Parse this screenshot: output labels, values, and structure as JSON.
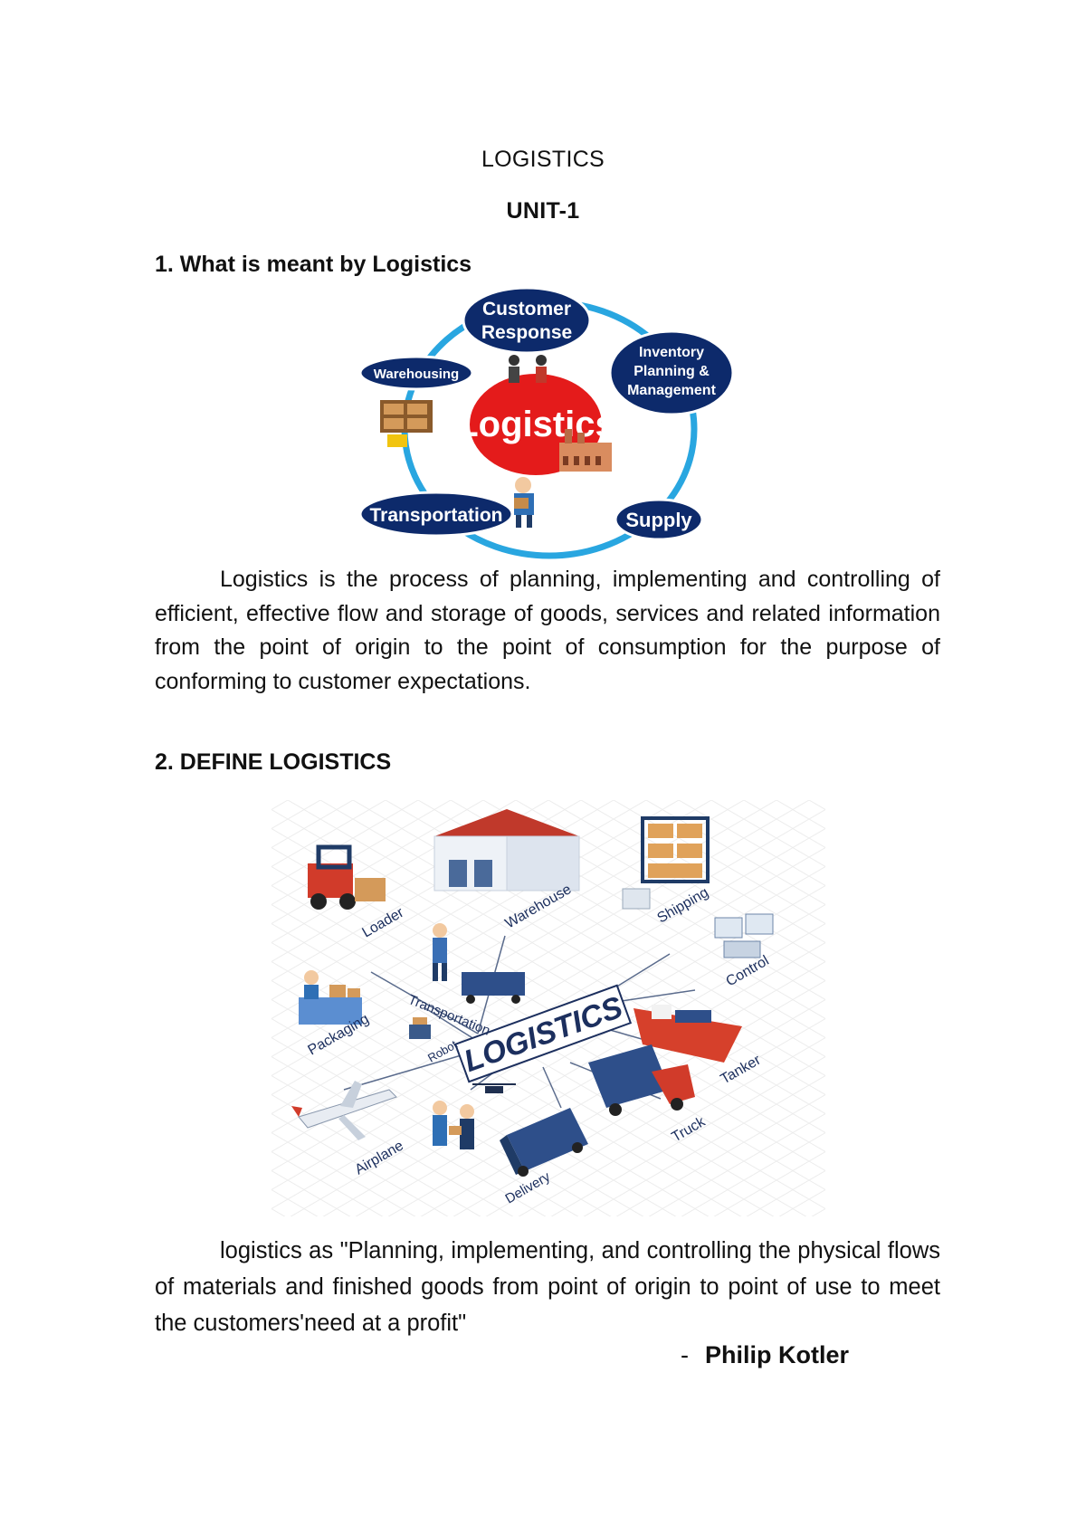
{
  "header": {
    "title": "LOGISTICS",
    "unit": "UNIT-1"
  },
  "section1": {
    "heading": "1.  What is meant by Logistics",
    "diagram": {
      "center": "Logistics",
      "nodes": [
        "Customer Response",
        "Inventory Planning & Management",
        "Supply",
        "Transportation",
        "Warehousing"
      ]
    },
    "paragraph": "Logistics is the process of planning, implementing and controlling of efficient, effective flow and storage of goods, services and related information from the point of origin to the point of consumption for the purpose of conforming to customer expectations."
  },
  "section2": {
    "heading": "2. DEFINE LOGISTICS",
    "diagram": {
      "center": "LOGISTICS",
      "labels": [
        "Loader",
        "Warehouse",
        "Shipping",
        "Control",
        "Transportation",
        "Packaging",
        "Robot",
        "Tanker",
        "Truck",
        "Airplane",
        "Delivery"
      ]
    },
    "quote": "logistics as \"Planning, implementing, and controlling the physical flows of materials and finished goods from point of origin to point of use to meet the customers'need at a profit\"",
    "attribution_dash": "-",
    "attribution": "Philip Kotler"
  },
  "colors": {
    "navy": "#0d2a6b",
    "red": "#e01b1b",
    "sky": "#29a6e0"
  }
}
